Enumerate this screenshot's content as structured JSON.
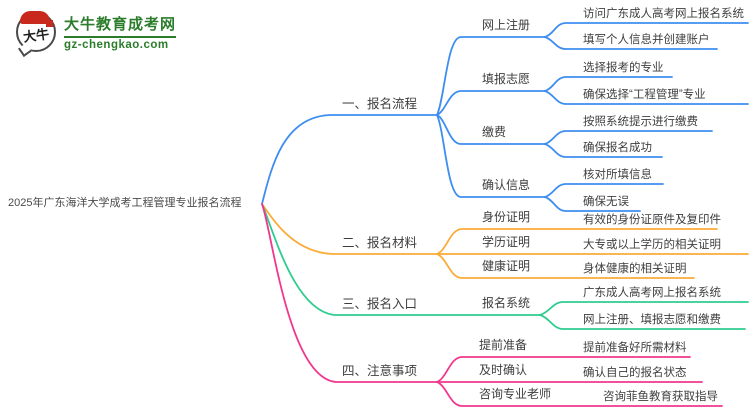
{
  "logo": {
    "name": "大牛教育成考网",
    "domain": "gz-chengkao.com",
    "badge_text": "大牛"
  },
  "palette": {
    "blue": "#3e8ef0",
    "orange": "#fbab38",
    "green": "#2ecc8f",
    "pink": "#f1378d",
    "brand_green": "#2b7d2b",
    "brand_red": "#c9281d",
    "text": "#3d3d3d"
  },
  "root": {
    "label": "2025年广东海洋大学成考工程管理专业报名流程"
  },
  "branches": [
    {
      "label": "一、报名流程",
      "color": "#3e8ef0",
      "children": [
        {
          "label": "网上注册",
          "leaves": [
            "访问广东成人高考网上报名系统",
            "填写个人信息并创建账户"
          ]
        },
        {
          "label": "填报志愿",
          "leaves": [
            "选择报考的专业",
            "确保选择“工程管理”专业"
          ]
        },
        {
          "label": "缴费",
          "leaves": [
            "按照系统提示进行缴费",
            "确保报名成功"
          ]
        },
        {
          "label": "确认信息",
          "leaves": [
            "核对所填信息",
            "确保无误"
          ]
        }
      ]
    },
    {
      "label": "二、报名材料",
      "color": "#fbab38",
      "children": [
        {
          "label": "身份证明",
          "leaves": [
            "有效的身份证原件及复印件"
          ]
        },
        {
          "label": "学历证明",
          "leaves": [
            "大专或以上学历的相关证明"
          ]
        },
        {
          "label": "健康证明",
          "leaves": [
            "身体健康的相关证明"
          ]
        }
      ]
    },
    {
      "label": "三、报名入口",
      "color": "#2ecc8f",
      "children": [
        {
          "label": "报名系统",
          "leaves": [
            "广东成人高考网上报名系统",
            "网上注册、填报志愿和缴费"
          ]
        }
      ]
    },
    {
      "label": "四、注意事项",
      "color": "#f1378d",
      "children": [
        {
          "label": "提前准备",
          "leaves": [
            "提前准备好所需材料"
          ]
        },
        {
          "label": "及时确认",
          "leaves": [
            "确认自己的报名状态"
          ]
        },
        {
          "label": "咨询专业老师",
          "leaves": [
            "咨询菲鱼教育获取指导"
          ]
        }
      ]
    }
  ]
}
